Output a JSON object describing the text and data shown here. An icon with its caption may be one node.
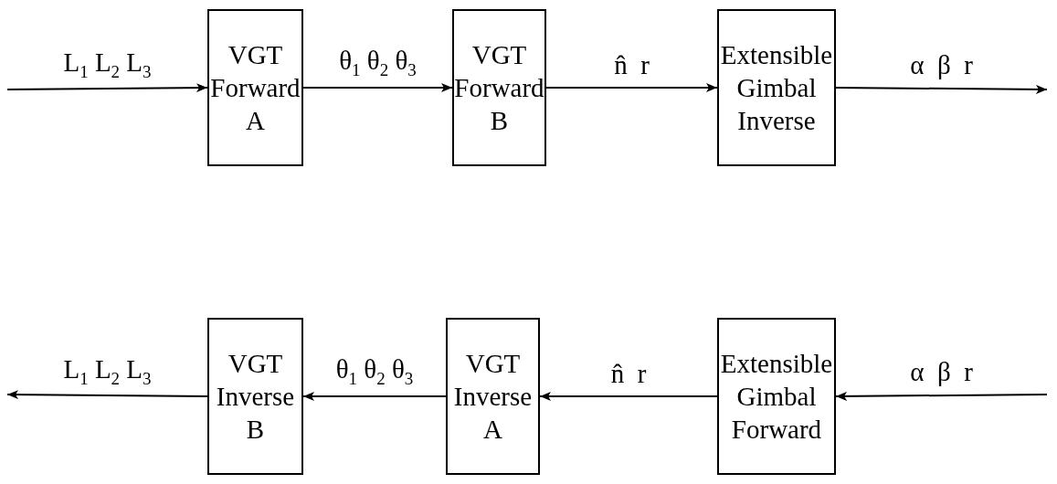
{
  "diagram": {
    "nodes": [
      {
        "text": [
          "VGT Forward A"
        ]
      },
      {
        "text": [
          "VGT Forward B"
        ]
      },
      {
        "text": [
          "Extensible Gimbal Inverse"
        ]
      },
      {
        "text": [
          "VGT Inverse B"
        ]
      },
      {
        "text": [
          "VGT Inverse A"
        ]
      },
      {
        "text": [
          "Extensible Gimbal Forward"
        ]
      }
    ],
    "edges": [
      {
        "from": null,
        "to": 0,
        "arrow": "to",
        "label": "L$_{1}$ L$_{2}$ L$_{3}$"
      },
      {
        "from": 0,
        "to": 1,
        "arrow": "to",
        "label": "θ$_{1}$ θ$_{2}$ θ$_{3}$"
      },
      {
        "from": 1,
        "to": 2,
        "arrow": "to",
        "label": "n̂  r"
      },
      {
        "from": 2,
        "to": null,
        "arrow": "to",
        "label": "α  β  r"
      },
      {
        "from": null,
        "to": 5,
        "arrow": "to",
        "label": "α  β  r"
      },
      {
        "from": 5,
        "to": 4,
        "arrow": "to",
        "label": "n̂  r"
      },
      {
        "from": 4,
        "to": 3,
        "arrow": "to",
        "label": "θ$_{1}$ θ$_{2}$ θ$_{3}$"
      },
      {
        "from": 3,
        "to": null,
        "arrow": "to",
        "label": "L$_{1}$ L$_{2}$ L$_{3}$"
      }
    ]
  }
}
